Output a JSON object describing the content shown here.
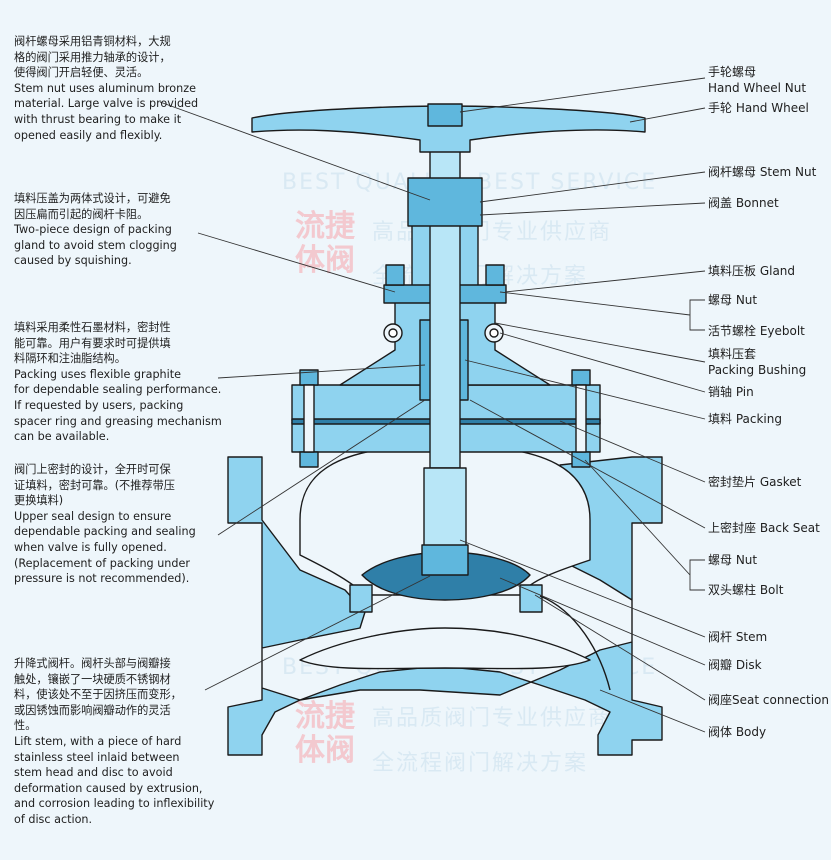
{
  "notes": {
    "stem_nut": "阀杆螺母采用铝青铜材料，大规\n格的阀门采用推力轴承的设计，\n使得阀门开启轻便、灵活。\nStem nut uses aluminum bronze\nmaterial. Large valve is provided\nwith thrust bearing to make it\nopened easily and flexibly.",
    "packing_gland": "填料压盖为两体式设计，可避免\n因压扁而引起的阀杆卡阻。\nTwo-piece design of packing\ngland to avoid stem clogging\ncaused by squishing.",
    "packing_material": "填料采用柔性石墨材料，密封性\n能可靠。用户有要求时可提供填\n料隔环和注油脂结构。\nPacking uses flexible graphite\nfor dependable sealing performance.\nIf requested by users, packing\nspacer ring and greasing mechanism\ncan be available.",
    "upper_seal": "阀门上密封的设计，全开时可保\n证填料，密封可靠。(不推荐带压\n更换填料)\nUpper seal design to ensure\ndependable packing and sealing\nwhen valve is fully opened.\n(Replacement of packing under\npressure is not recommended).",
    "lift_stem": "升降式阀杆。阀杆头部与阀瓣接\n触处，镶嵌了一块硬质不锈钢材\n料，使该处不至于因挤压而变形，\n或因锈蚀而影响阀瓣动作的灵活\n性。\nLift stem, with a piece of hard\nstainless steel inlaid between\nstem head and disc to avoid\ndeformation caused by extrusion,\nand corrosion leading to inflexibility\nof disc action."
  },
  "labels": {
    "hand_wheel_nut": "手轮螺母\nHand Wheel Nut",
    "hand_wheel": "手轮 Hand Wheel",
    "stem_nut": "阀杆螺母 Stem Nut",
    "bonnet": "阀盖 Bonnet",
    "gland": "填料压板 Gland",
    "nut_upper": "螺母 Nut",
    "eyebolt": "活节螺栓 Eyebolt",
    "packing_bushing": "填料压套\nPacking Bushing",
    "pin": "销轴 Pin",
    "packing": "填料 Packing",
    "gasket": "密封垫片 Gasket",
    "back_seat": "上密封座 Back Seat",
    "nut_lower": "螺母 Nut",
    "bolt": "双头螺柱  Bolt",
    "stem": "阀杆 Stem",
    "disk": "阀瓣 Disk",
    "seat_connection": "阀座Seat connection",
    "body": "阀体 Body"
  },
  "watermark": {
    "line1": "BEST QUALITY. BEST SERVICE",
    "line2": "高品质阀门专业供应商",
    "line3": "全流程阀门解决方案",
    "seal_text": "流捷\n体阀"
  },
  "colors": {
    "steel": "#8fd3ef",
    "steel_dark": "#5fb7dd",
    "disc": "#2f7fa8",
    "outline": "#1a1a1a",
    "leader": "#333333",
    "background": "#eef6fb"
  }
}
